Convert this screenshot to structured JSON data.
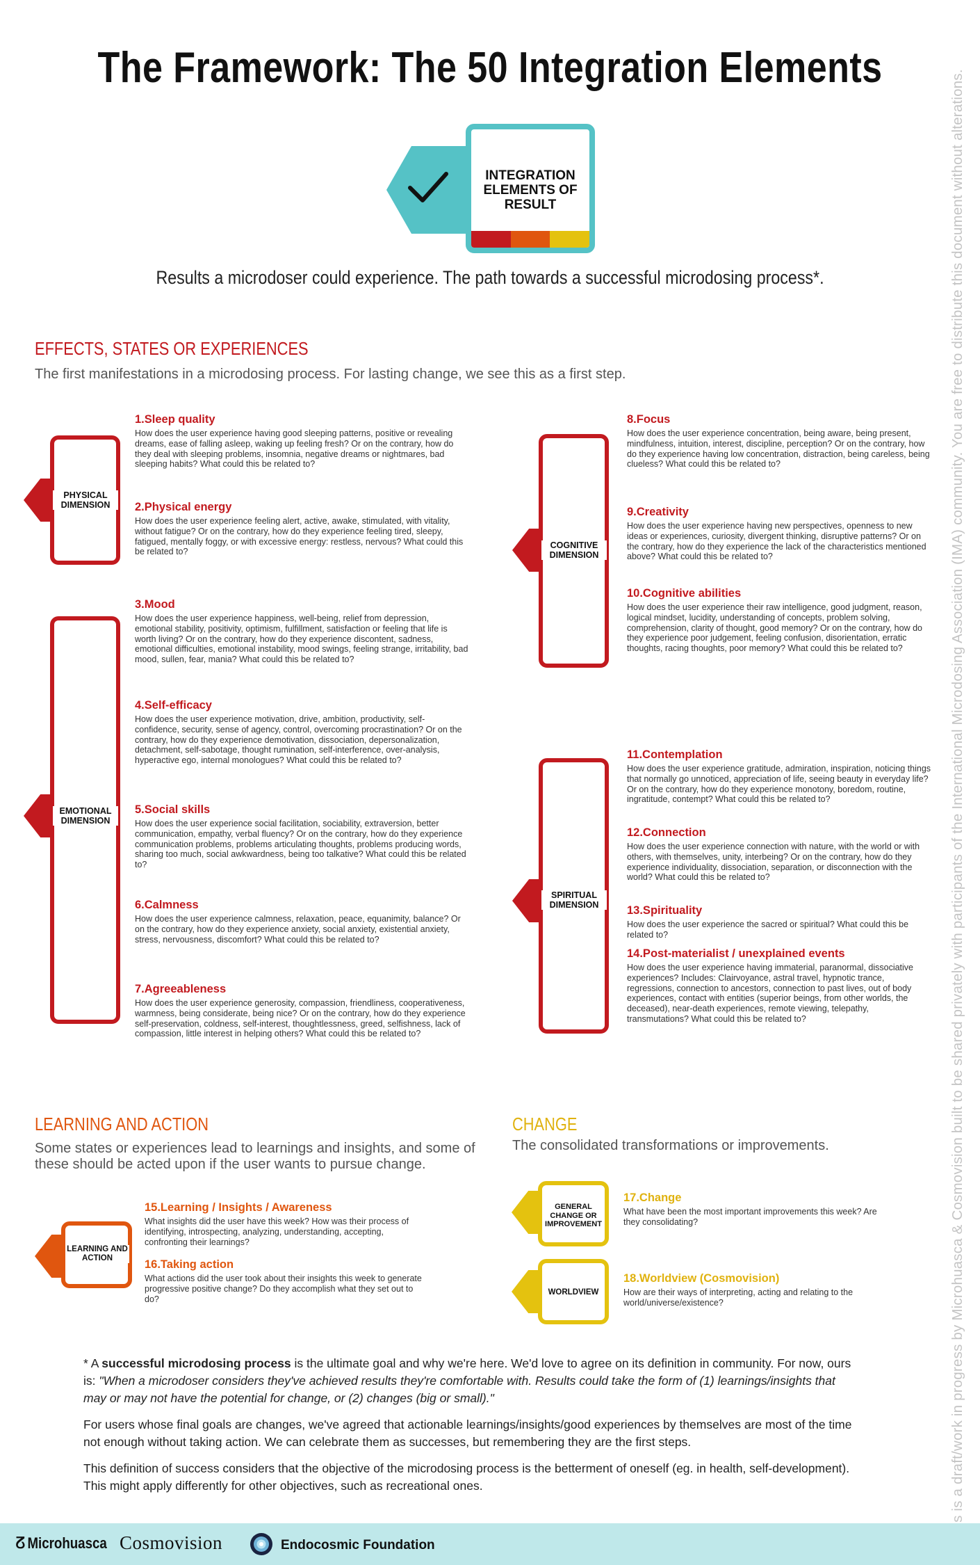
{
  "header": {
    "title": "The Framework: The 50 Integration Elements",
    "badge_label": "INTEGRATION ELEMENTS OF RESULT",
    "subtitle": "Results a microdoser could experience. The path towards a successful microdosing process*."
  },
  "colors": {
    "teal": "#55c2c6",
    "red": "#c21a1f",
    "orange": "#e0560f",
    "yellow": "#e4c20f"
  },
  "icons": {
    "badge": "checkmark-icon"
  },
  "effects": {
    "heading": "EFFECTS, STATES OR EXPERIENCES",
    "intro": "The first manifestations in a microdosing process. For lasting change, we see this as a first step.",
    "physical": {
      "label": "PHYSICAL DIMENSION",
      "items": [
        {
          "title": "1.Sleep quality",
          "text": "How does the user experience having good sleeping patterns, positive or revealing dreams, ease of falling asleep, waking up feeling fresh? Or on the contrary, how do they deal with sleeping problems, insomnia, negative dreams or nightmares, bad sleeping habits? What could this be related to?"
        },
        {
          "title": "2.Physical energy",
          "text": "How does the user experience feeling alert, active, awake, stimulated, with vitality, without fatigue? Or on the contrary, how do they experience feeling tired, sleepy, fatigued, mentally foggy, or with excessive energy: restless, nervous? What could this be related to?"
        }
      ]
    },
    "emotional": {
      "label": "EMOTIONAL DIMENSION",
      "items": [
        {
          "title": "3.Mood",
          "text": "How does the user experience happiness, well-being, relief from depression, emotional stability, positivity, optimism, fulfillment, satisfaction or feeling that life is worth living? Or on the contrary, how do they experience discontent, sadness, emotional difficulties, emotional instability, mood swings, feeling strange, irritability, bad mood, sullen, fear, mania? What could this be related to?"
        },
        {
          "title": "4.Self-efficacy",
          "text": "How does the user experience motivation, drive, ambition, productivity, self-confidence, security, sense of agency, control, overcoming procrastination? Or on the contrary, how do they experience demotivation, dissociation, depersonalization, detachment, self-sabotage, thought rumination, self-interference, over-analysis, hyperactive ego, internal monologues? What could this be related to?"
        },
        {
          "title": "5.Social skills",
          "text": "How does the user experience social facilitation, sociability, extraversion, better communication, empathy, verbal fluency? Or on the contrary, how do they experience communication problems, problems articulating thoughts, problems producing words, sharing too much, social awkwardness, being too talkative? What could this be related to?"
        },
        {
          "title": "6.Calmness",
          "text": "How does the user experience calmness, relaxation, peace, equanimity, balance? Or on the contrary, how do they experience anxiety, social anxiety, existential anxiety, stress, nervousness, discomfort? What could this be related to?"
        },
        {
          "title": "7.Agreeableness",
          "text": "How does the user experience generosity, compassion, friendliness, cooperativeness, warmness, being considerate, being nice? Or on the contrary, how do they experience self-preservation, coldness, self-interest, thoughtlessness, greed, selfishness, lack of compassion, little interest in helping others? What could this be related to?"
        }
      ]
    },
    "cognitive": {
      "label": "COGNITIVE DIMENSION",
      "items": [
        {
          "title": "8.Focus",
          "text": "How does the user experience concentration, being aware, being present, mindfulness, intuition, interest, discipline, perception? Or on the contrary, how do they experience having low concentration, distraction, being careless, being clueless? What could this be related to?"
        },
        {
          "title": "9.Creativity",
          "text": "How does the user experience having new perspectives, openness to new ideas or experiences, curiosity, divergent thinking, disruptive patterns? Or on the contrary, how do they experience the lack of the characteristics mentioned above? What could this be related to?"
        },
        {
          "title": "10.Cognitive abilities",
          "text": "How does the user experience their raw intelligence, good judgment, reason, logical mindset, lucidity, understanding of concepts, problem solving, comprehension, clarity of thought, good memory? Or on the contrary, how do they experience poor judgement, feeling confusion, disorientation, erratic thoughts, racing thoughts, poor memory? What could this be related to?"
        }
      ]
    },
    "spiritual": {
      "label": "SPIRITUAL DIMENSION",
      "items": [
        {
          "title": "11.Contemplation",
          "text": "How does the user experience gratitude, admiration, inspiration, noticing things that normally go unnoticed, appreciation of life, seeing beauty in everyday life? Or on the contrary, how do they experience monotony, boredom, routine, ingratitude, contempt? What could this be related to?"
        },
        {
          "title": "12.Connection",
          "text": "How does the user experience connection with nature, with the world or with others, with themselves, unity, interbeing? Or on the contrary, how do they experience individuality, dissociation, separation, or disconnection with the world? What could this be related to?"
        },
        {
          "title": "13.Spirituality",
          "text": "How does the user experience the sacred or spiritual? What could this be related to?"
        },
        {
          "title": "14.Post-materialist / unexplained events",
          "text": "How does the user experience having immaterial, paranormal, dissociative experiences? Includes: Clairvoyance, astral travel, hypnotic trance, regressions, connection to ancestors, connection to past lives, out of body experiences, contact with entities (superior beings, from other worlds, the deceased), near-death experiences, remote viewing, telepathy, transmutations? What could this be related to?"
        }
      ]
    }
  },
  "learning": {
    "heading": "LEARNING AND ACTION",
    "intro": "Some states or experiences lead to learnings and insights, and some of these should be acted upon if the user wants to pursue change.",
    "label": "LEARNING AND ACTION",
    "items": [
      {
        "title": "15.Learning / Insights / Awareness",
        "text": "What insights did the user have this week? How was their process of identifying, introspecting, analyzing, understanding, accepting, confronting their learnings?"
      },
      {
        "title": "16.Taking action",
        "text": "What actions did the user took about their insights this week to generate progressive positive change? Do they accomplish what they set out to do?"
      }
    ]
  },
  "change": {
    "heading": "CHANGE",
    "intro": "The consolidated transformations or improvements.",
    "general_label": "GENERAL CHANGE OR IMPROVEMENT",
    "worldview_label": "WORLDVIEW",
    "items": [
      {
        "title": "17.Change",
        "text": "What have been the most important improvements this week? Are they consolidating?"
      },
      {
        "title": "18.Worldview (Cosmovision)",
        "text": "How are their ways of interpreting, acting and relating to the world/universe/existence?"
      }
    ]
  },
  "footnote": {
    "p1_prefix": "* A ",
    "p1_bold": "successful microdosing process",
    "p1_suffix": " is the ultimate goal and why we're here. We'd love to agree on its definition in community. For now, ours is: ",
    "p1_quote": "\"When a microdoser considers they've achieved results they're comfortable with. Results could take the form of (1) learnings/insights that may or may not have the potential for change, or (2) changes (big or small).\"",
    "p2": "For users whose final goals are changes, we've agreed that actionable learnings/insights/good experiences by themselves are most of the time not enough without taking action. We can celebrate them as successes, but remembering they are the first steps.",
    "p3": "This definition of success considers that the objective of the microdosing process is the betterment of oneself (eg. in health, self-development). This might apply differently for other objectives, such as recreational ones."
  },
  "side_note": "This is a draft/work in progress by Microhuasca & Cosmovision built to be shared privately with participants of the International Microdosing Association (IMA) community. You are free to distribute this document without alterations.",
  "footer": {
    "logos": [
      "Microhuasca",
      "Cosmovision",
      "Endocosmic Foundation"
    ],
    "microhuasca_mark": "ⵒ"
  }
}
